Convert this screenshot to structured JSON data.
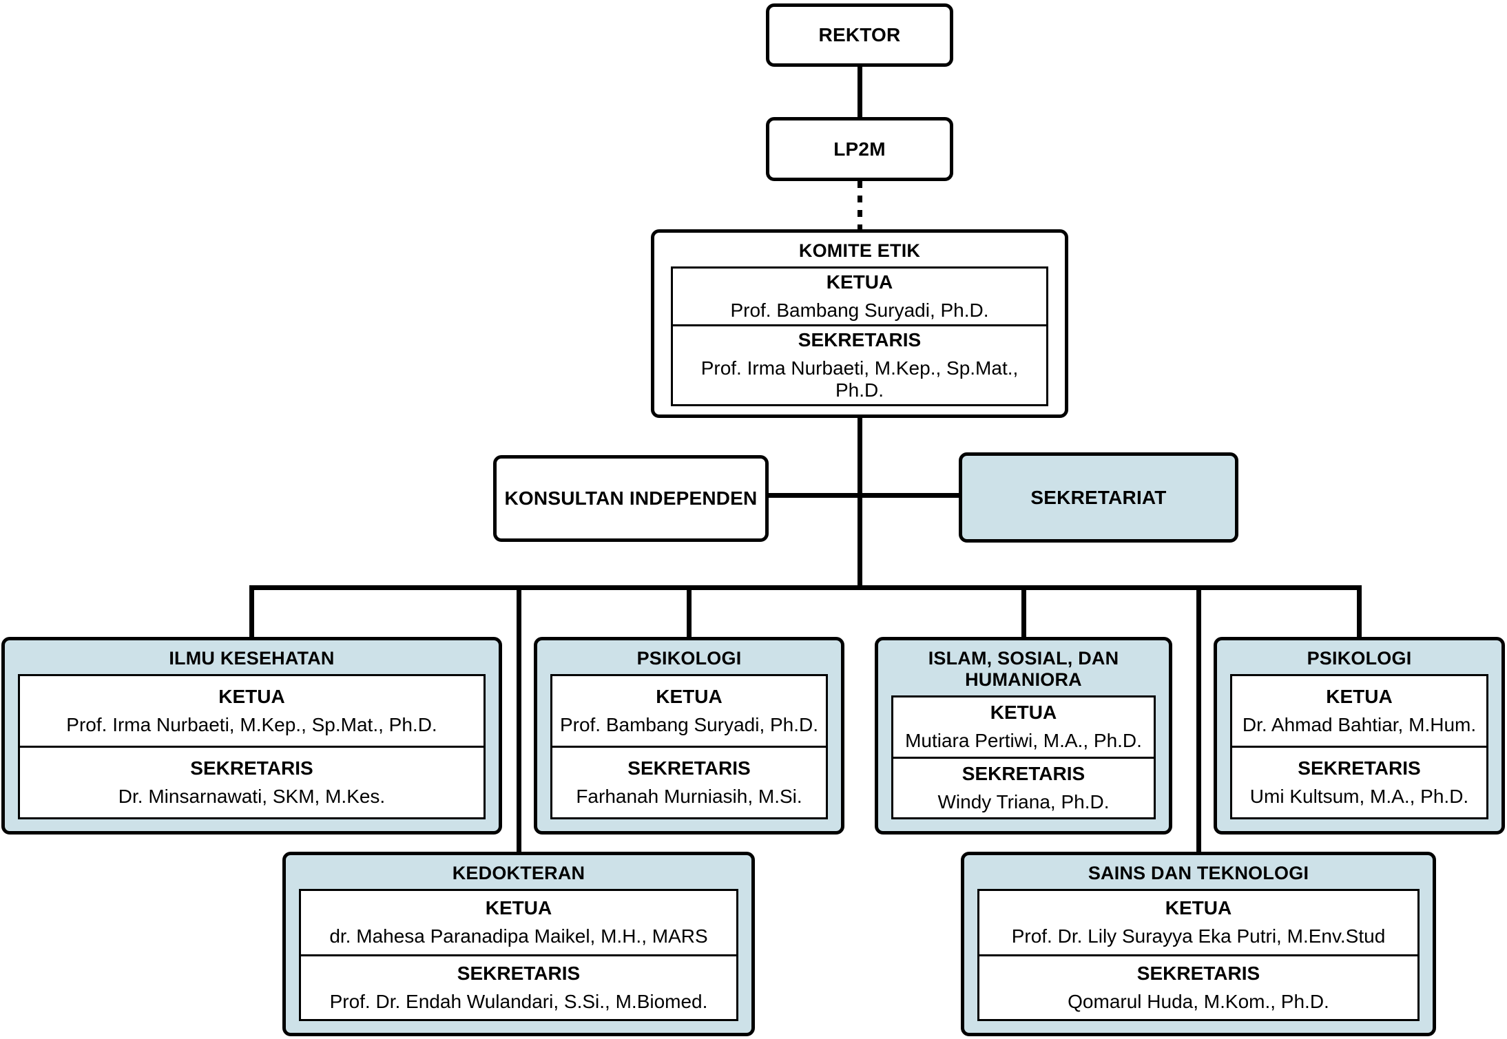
{
  "colors": {
    "committee_fill": "#cde1e8",
    "line": "#000000",
    "panel_bg": "#ffffff"
  },
  "roles": {
    "ketua": "KETUA",
    "sekretaris": "SEKRETARIS"
  },
  "nodes": {
    "rektor": {
      "label": "REKTOR"
    },
    "lp2m": {
      "label": "LP2M"
    },
    "komite_etik": {
      "title": "KOMITE ETIK",
      "ketua": "Prof. Bambang Suryadi, Ph.D.",
      "sekretaris": "Prof. Irma Nurbaeti, M.Kep., Sp.Mat., Ph.D."
    },
    "konsultan": {
      "label": "KONSULTAN INDEPENDEN"
    },
    "sekretariat": {
      "label": "SEKRETARIAT"
    }
  },
  "committees": [
    {
      "title": "ILMU KESEHATAN",
      "ketua": "Prof. Irma Nurbaeti, M.Kep., Sp.Mat., Ph.D.",
      "sekretaris": "Dr. Minsarnawati, SKM, M.Kes."
    },
    {
      "title": "PSIKOLOGI",
      "ketua": "Prof. Bambang Suryadi, Ph.D.",
      "sekretaris": "Farhanah Murniasih, M.Si."
    },
    {
      "title": "ISLAM, SOSIAL, DAN HUMANIORA",
      "ketua": "Mutiara Pertiwi, M.A., Ph.D.",
      "sekretaris": "Windy Triana, Ph.D."
    },
    {
      "title": "PSIKOLOGI",
      "ketua": "Dr. Ahmad Bahtiar, M.Hum.",
      "sekretaris": "Umi Kultsum, M.A., Ph.D."
    },
    {
      "title": "KEDOKTERAN",
      "ketua": "dr. Mahesa Paranadipa Maikel, M.H., MARS",
      "sekretaris": "Prof. Dr. Endah Wulandari, S.Si., M.Biomed."
    },
    {
      "title": "SAINS DAN TEKNOLOGI",
      "ketua": "Prof. Dr. Lily Surayya Eka Putri, M.Env.Stud",
      "sekretaris": "Qomarul Huda, M.Kom., Ph.D."
    }
  ]
}
